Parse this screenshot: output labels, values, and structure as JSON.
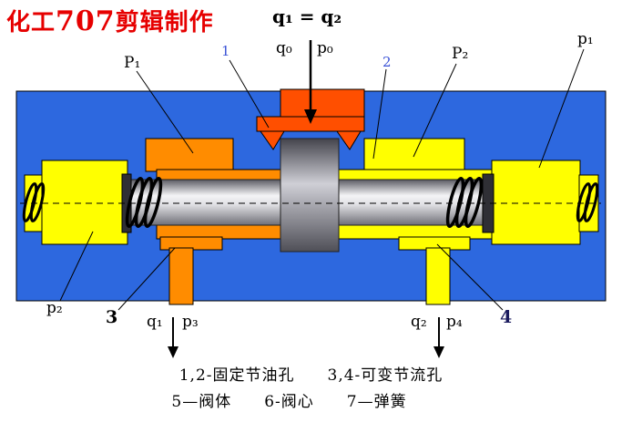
{
  "palette": {
    "body_blue": "#2d68df",
    "inlet_orange": "#ff4f00",
    "sleeve_orange": "#ff8c00",
    "chamber_yellow": "#ffff00",
    "spool_gray": "#c9c9cf",
    "title_red": "#e60000",
    "number_blue": "#3a52d6"
  },
  "title": {
    "prefix": "化工",
    "number": "707",
    "suffix": "剪辑制作"
  },
  "equation": "q₁ = q₂",
  "inlet": {
    "q0": "q₀",
    "p0": "p₀"
  },
  "callouts": {
    "p1_top": "P₁",
    "orifice_1": "1",
    "orifice_2": "2",
    "p2_top": "P₂",
    "p1_right": "p₁",
    "p2_left": "p₂",
    "port_3": "3",
    "port_4": "4"
  },
  "outlets": {
    "q1": "q₁",
    "p3": "p₃",
    "q2": "q₂",
    "p4": "p₄"
  },
  "legend": {
    "line1": "1,2-固定节油孔　　3,4-可变节流孔",
    "line2": "5—阀体　　6-阀心　　7—弹簧"
  }
}
